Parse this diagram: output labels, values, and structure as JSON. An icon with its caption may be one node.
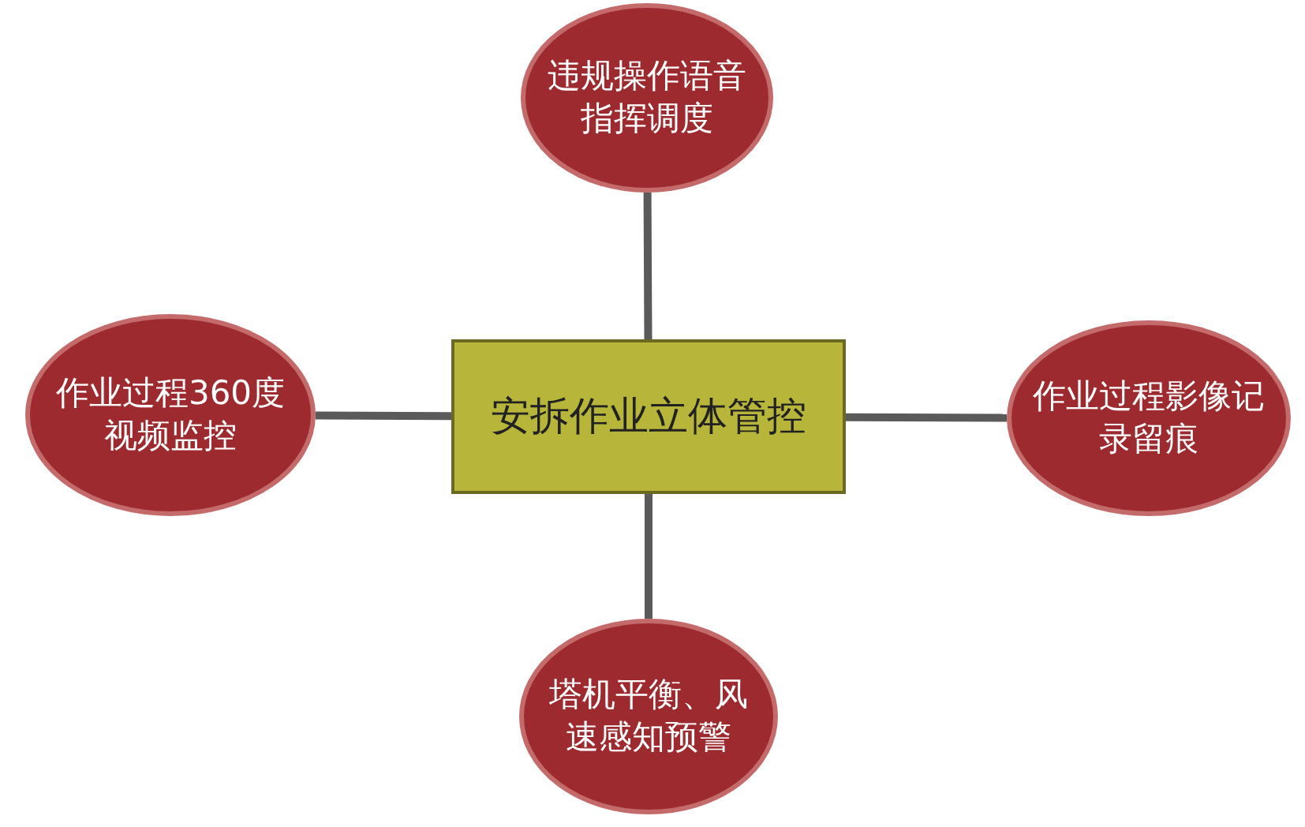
{
  "diagram": {
    "nodes": [
      {
        "text": [
          "违规操作语音指挥调度"
        ]
      },
      {
        "text": [
          "作业过程360度视频监控"
        ]
      },
      {
        "text": [
          "安拆作业立体管控"
        ]
      },
      {
        "text": [
          "作业过程影像记录留痕"
        ]
      },
      {
        "text": [
          "塔机平衡、风速感知预警"
        ]
      }
    ],
    "edges": [
      {
        "from": 2,
        "to": 0,
        "arrow": "none"
      },
      {
        "from": 2,
        "to": 1,
        "arrow": "none"
      },
      {
        "from": 2,
        "to": 3,
        "arrow": "none"
      },
      {
        "from": 2,
        "to": 4,
        "arrow": "none"
      }
    ]
  }
}
